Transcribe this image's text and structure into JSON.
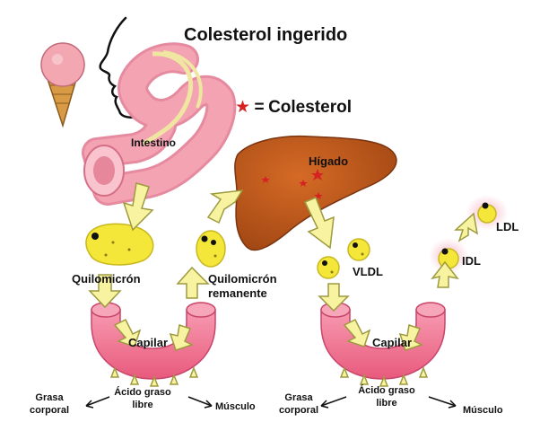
{
  "title": "Colesterol ingerido",
  "legend": {
    "symbol": "★",
    "equals": "=",
    "label": "Colesterol"
  },
  "labels": {
    "intestine": "Intestino",
    "liver": "Hígado",
    "chylomicron": "Quilomicrón",
    "remnant_line1": "Quilomicrón",
    "remnant_line2": "remanente",
    "vldl": "VLDL",
    "idl": "IDL",
    "ldl": "LDL",
    "capillary_left": "Capilar",
    "capillary_right": "Capilar"
  },
  "left_outputs": {
    "fat_line1": "Grasa",
    "fat_line2": "corporal",
    "acid_line1": "Ácido graso",
    "acid_line2": "libre",
    "muscle": "Músculo"
  },
  "right_outputs": {
    "fat_line1": "Grasa",
    "fat_line2": "corporal",
    "acid_line1": "Ácido graso",
    "acid_line2": "libre",
    "muscle": "Músculo"
  },
  "colors": {
    "liver": "#b8541a",
    "intestine": "#f4a3b3",
    "capillary": "#f06f8d",
    "particle": "#f5e63a",
    "arrow": "#f8f3a0",
    "ice_cream": "#f3a7b1",
    "cone": "#d89a45",
    "star": "#d62222"
  }
}
